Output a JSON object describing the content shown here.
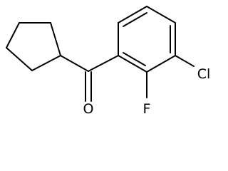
{
  "molecule": {
    "atoms": {
      "oxygen": "O",
      "fluorine": "F",
      "chlorine": "Cl"
    }
  }
}
